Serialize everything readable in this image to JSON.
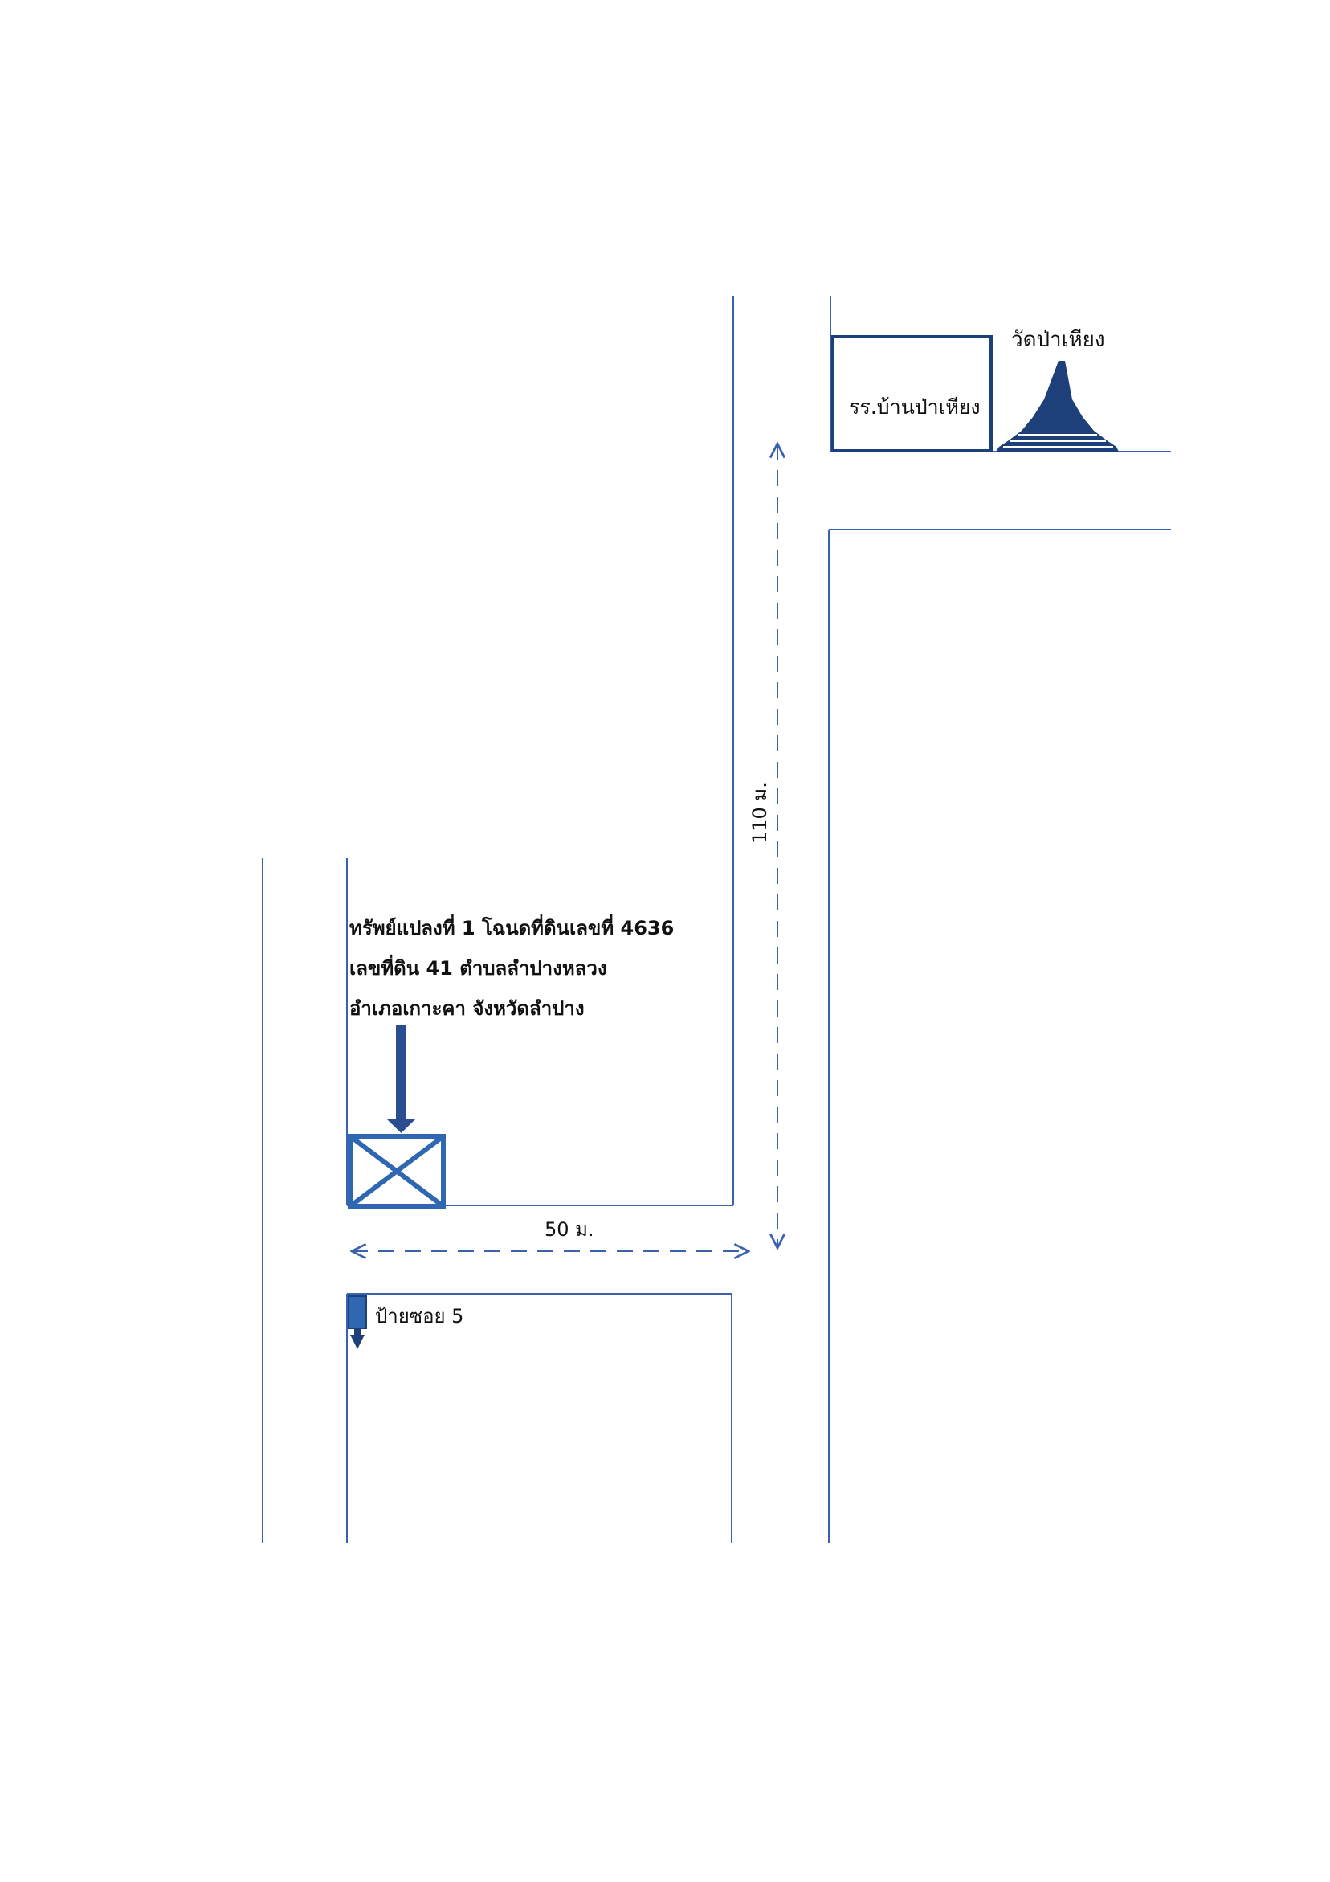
{
  "map": {
    "property_label": {
      "line1": "ทรัพย์แปลงที่ 1  โฉนดที่ดินเลขที่  4636",
      "line2": "เลขที่ดิน  41  ตำบลลำปางหลวง",
      "line3": "อำเภอเกาะคา  จังหวัดลำปาง"
    },
    "landmarks": {
      "school": "รร.บ้านป่าเหียง",
      "temple": "วัดป่าเหียง",
      "soi_sign": "ป้ายซอย 5"
    },
    "distances": {
      "horizontal": "50 ม.",
      "vertical": "110 ม."
    },
    "colors": {
      "road": "#3A62AF",
      "landmark": "#1D3F7A",
      "property": "#2F67B2",
      "arrow": "#2A4E8F"
    }
  }
}
